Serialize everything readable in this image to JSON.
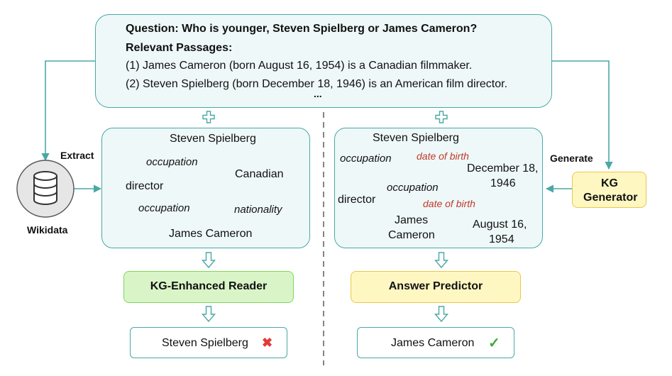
{
  "question_box": {
    "question": "Question: Who is younger, Steven Spielberg or James Cameron?",
    "passages_heading": "Relevant Passages:",
    "passage_1": "(1) James Cameron (born August 16, 1954) is a Canadian filmmaker.",
    "passage_2": "(2) Steven Spielberg (born December 18, 1946) is an American film director.",
    "ellipsis": "..."
  },
  "left": {
    "source_label": "Wikidata",
    "edge_label": "Extract",
    "graph": {
      "spielberg": "Steven Spielberg",
      "cameron": "James Cameron",
      "director": "director",
      "canadian": "Canadian",
      "occupation_top": "occupation",
      "occupation_bottom": "occupation",
      "nationality": "nationality"
    },
    "module_label": "KG-Enhanced Reader",
    "answer": "Steven Spielberg",
    "answer_mark": "✖"
  },
  "right": {
    "generator_label": "KG Generator",
    "edge_label": "Generate",
    "graph": {
      "spielberg": "Steven Spielberg",
      "cameron_line1": "James",
      "cameron_line2": "Cameron",
      "director": "director",
      "occupation_top": "occupation",
      "occupation_bottom": "occupation",
      "dob_top": "date of birth",
      "dob_bottom": "date of birth",
      "date_top_line1": "December 18,",
      "date_top_line2": "1946",
      "date_bottom_line1": "August 16,",
      "date_bottom_line2": "1954"
    },
    "module_label": "Answer Predictor",
    "answer": "James Cameron",
    "answer_mark": "✓"
  },
  "colors": {
    "teal": "#4aa8a6",
    "node_green": "#7ed957",
    "reader_green": "#d9f5c8",
    "yellow_fill": "#fff7c2",
    "yellow_border": "#e8c84a",
    "relation_red": "#c0392b",
    "cross_red": "#e53935",
    "check_green": "#3daa3d"
  },
  "icons": {
    "plus": "plus-icon",
    "down_arrow": "hollow-down-arrow-icon",
    "database": "database-icon"
  }
}
